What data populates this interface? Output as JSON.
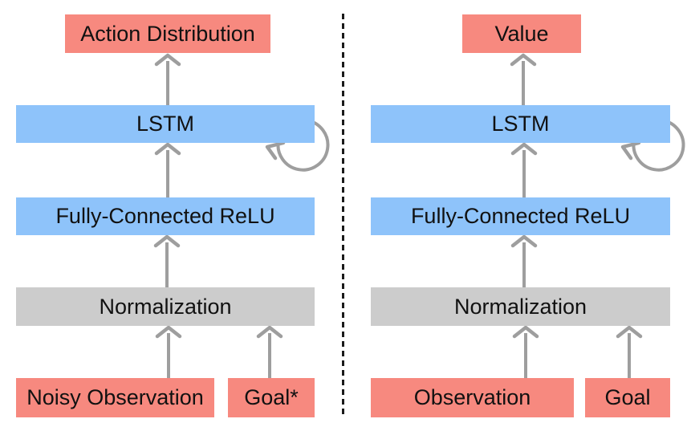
{
  "colors": {
    "box_red": "#F7897F",
    "box_blue": "#8EC3FA",
    "box_gray": "#CCCCCC",
    "arrow_gray": "#9E9E9E",
    "divider_black": "#1A1A1A",
    "label_text": "#111111"
  },
  "panels": [
    {
      "side": "policy",
      "output_label": "Action Distribution",
      "lstm_label": "LSTM",
      "fc_label": "Fully-Connected ReLU",
      "norm_label": "Normalization",
      "obs_label": "Noisy Observation",
      "goal_label": "Goal*"
    },
    {
      "side": "value",
      "output_label": "Value",
      "lstm_label": "LSTM",
      "fc_label": "Fully-Connected ReLU",
      "norm_label": "Normalization",
      "obs_label": "Observation",
      "goal_label": "Goal"
    }
  ]
}
